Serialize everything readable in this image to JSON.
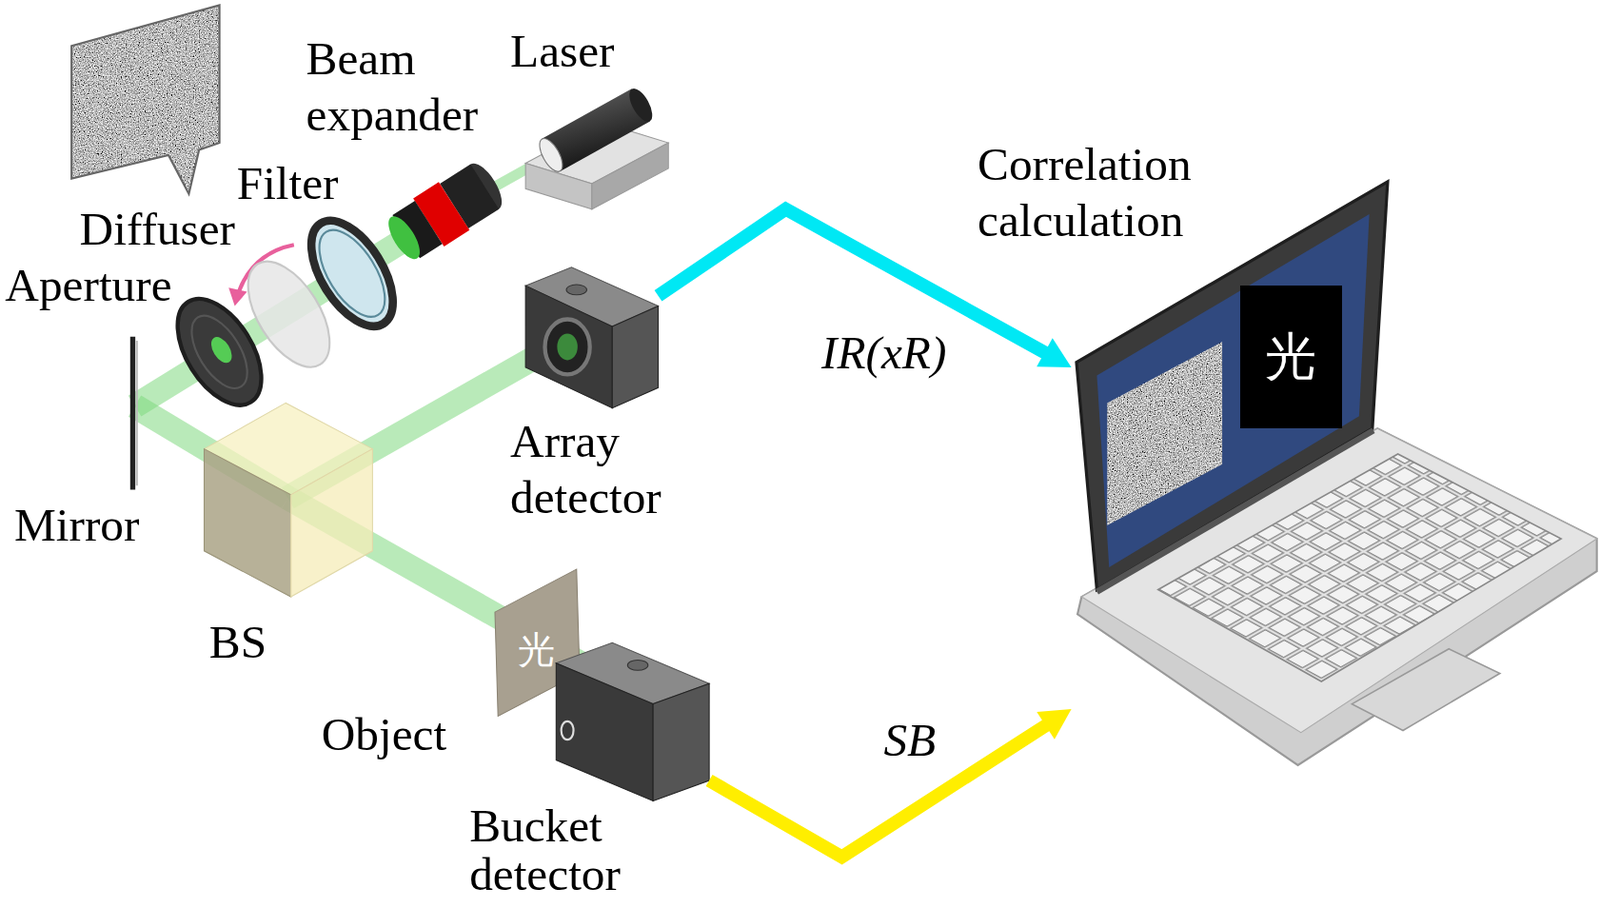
{
  "diagram": {
    "nodes": [
      {
        "text": [
          "Array detector"
        ]
      },
      {
        "text": [
          "光"
        ]
      },
      {
        "text": [
          "Bucket detector"
        ]
      },
      {
        "text": [
          "Correlation calculation"
        ]
      },
      {
        "text": [
          "光"
        ],
        "in": 3
      }
    ],
    "edges": [
      {
        "from": 0,
        "to": 3,
        "label": "IR(xR)",
        "arrow": "to"
      },
      {
        "from": 2,
        "to": 3,
        "label": "SB",
        "arrow": "to"
      }
    ],
    "labels": [
      "Laser",
      "Beam expander",
      "Filter",
      "Diffuser",
      "Aperture",
      "Mirror",
      "BS",
      "Object"
    ]
  }
}
